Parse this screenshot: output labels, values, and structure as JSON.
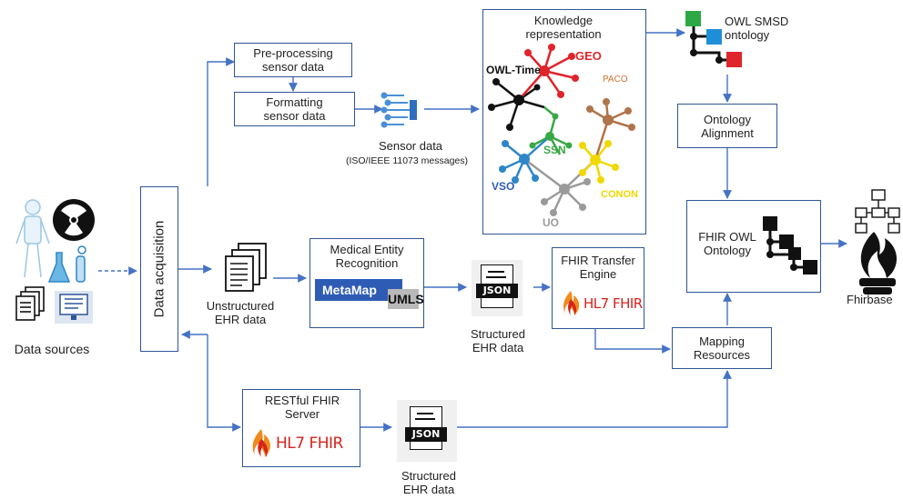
{
  "nodes": {
    "preprocessing": "Pre-processing sensor data",
    "formatting": "Formatting sensor data",
    "sensor_data": "Sensor data",
    "sensor_data_sub": "(ISO/IEEE 11073 messages)",
    "knowledge": "Knowledge representation",
    "owl_smsd": "OWL SMSD ontology",
    "ontology_alignment": "Ontology Alignment",
    "fhir_owl": "FHIR OWL Ontology",
    "fhirbase": "Fhirbase",
    "data_acquisition": "Data acquisition",
    "data_sources": "Data sources",
    "unstructured_ehr": "Unstructured EHR data",
    "medical_entity": "Medical Entity Recognition",
    "metamap": "MetaMap",
    "umls": "UMLS",
    "structured_ehr_1": "Structured EHR data",
    "fhir_transfer": "FHIR Transfer Engine",
    "mapping": "Mapping Resources",
    "restful": "RESTful FHIR Server",
    "structured_ehr_2": "Structured EHR data",
    "json": "JSON",
    "hl7_fhir": "HL7 FHIR"
  },
  "ontology_labels": {
    "owl_time": "OWL-Time",
    "geo": "GEO",
    "paco": "PACO",
    "ssn": "SSN",
    "vso": "VSO",
    "uo": "UO",
    "conon": "CONON"
  },
  "colors": {
    "box_border": "#2f5597",
    "arrow": "#4472c4",
    "black": "#111111",
    "red": "#e0242b",
    "green": "#3aa845",
    "blue": "#2e86c8",
    "brown": "#b0744a",
    "yellow": "#f0d800",
    "gray": "#9a9a9a",
    "paco": "#d07030"
  }
}
